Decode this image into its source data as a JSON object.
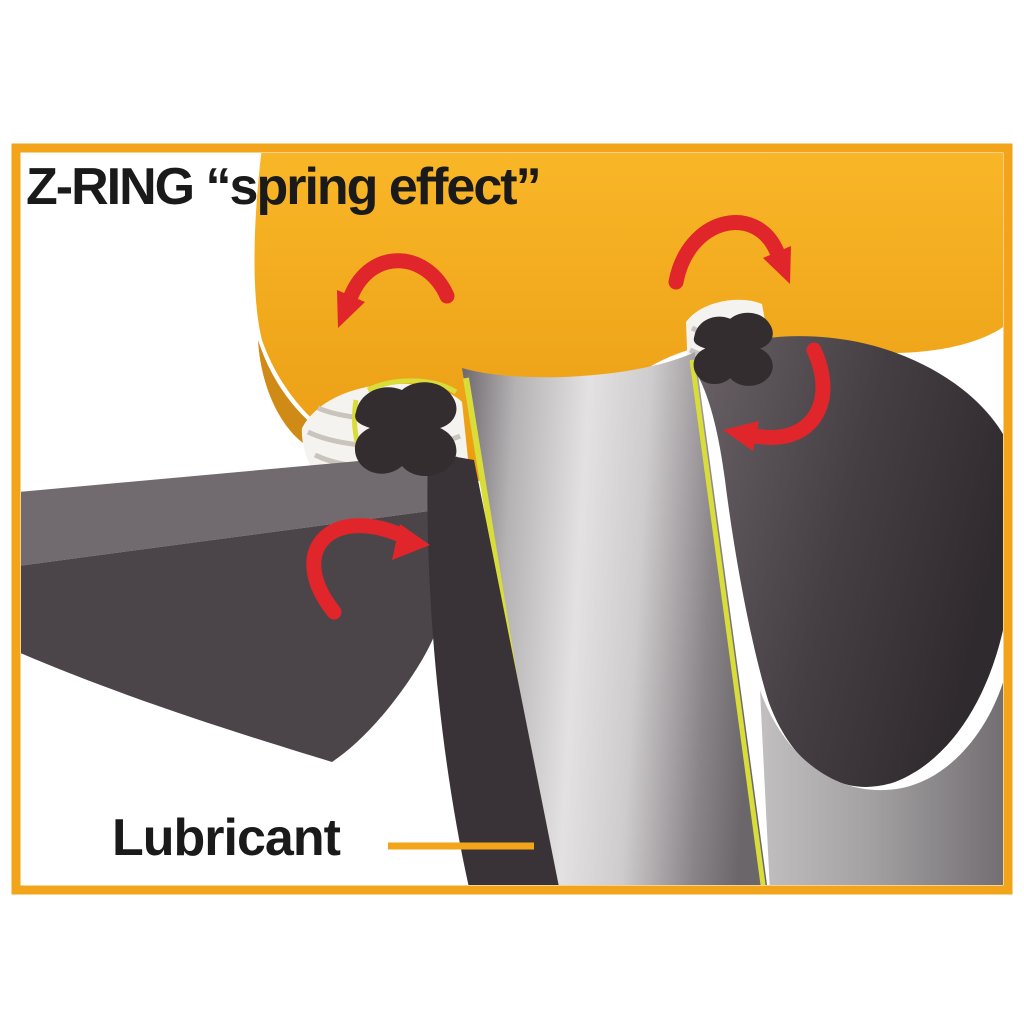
{
  "title": "Z-RING “spring effect”",
  "labels": {
    "lubricant": "Lubricant"
  },
  "figure": {
    "type": "technical-illustration",
    "parts": [
      "yellow-flange-disc",
      "thread-band-left",
      "thread-band-right",
      "shaft-cylinder",
      "left-housing-arm",
      "right-housing-cylinder",
      "z-ring-cross-section-left",
      "z-ring-cross-section-right",
      "lubricant-film-line"
    ],
    "arrows": [
      "spring-arrow-top-left",
      "spring-arrow-top-right",
      "spring-arrow-right-middle",
      "spring-arrow-left-lower"
    ]
  },
  "colors": {
    "c_frame": "#F2A41B",
    "c_disc_top": "#F9B728",
    "c_disc_bottom": "#EA9C12",
    "c_disc_shadow": "#D08A16",
    "c_thread": "#F5F3EF",
    "c_thread_line": "#C9C4BC",
    "c_shaft_dark": "#6B666A",
    "c_shaft_light": "#E3E1E1",
    "c_housing_dark": "#2F2A2D",
    "c_housing_mid": "#6A6267",
    "c_arm_top": "#716B6F",
    "c_arm_front": "#4B4449",
    "c_sleeve": "#393337",
    "c_ring": "#332D30",
    "c_lubricant": "#D9DD3A",
    "c_arrow": "#E0262B",
    "c_text": "#1A1A1A",
    "c_bg": "#FFFFFF"
  }
}
